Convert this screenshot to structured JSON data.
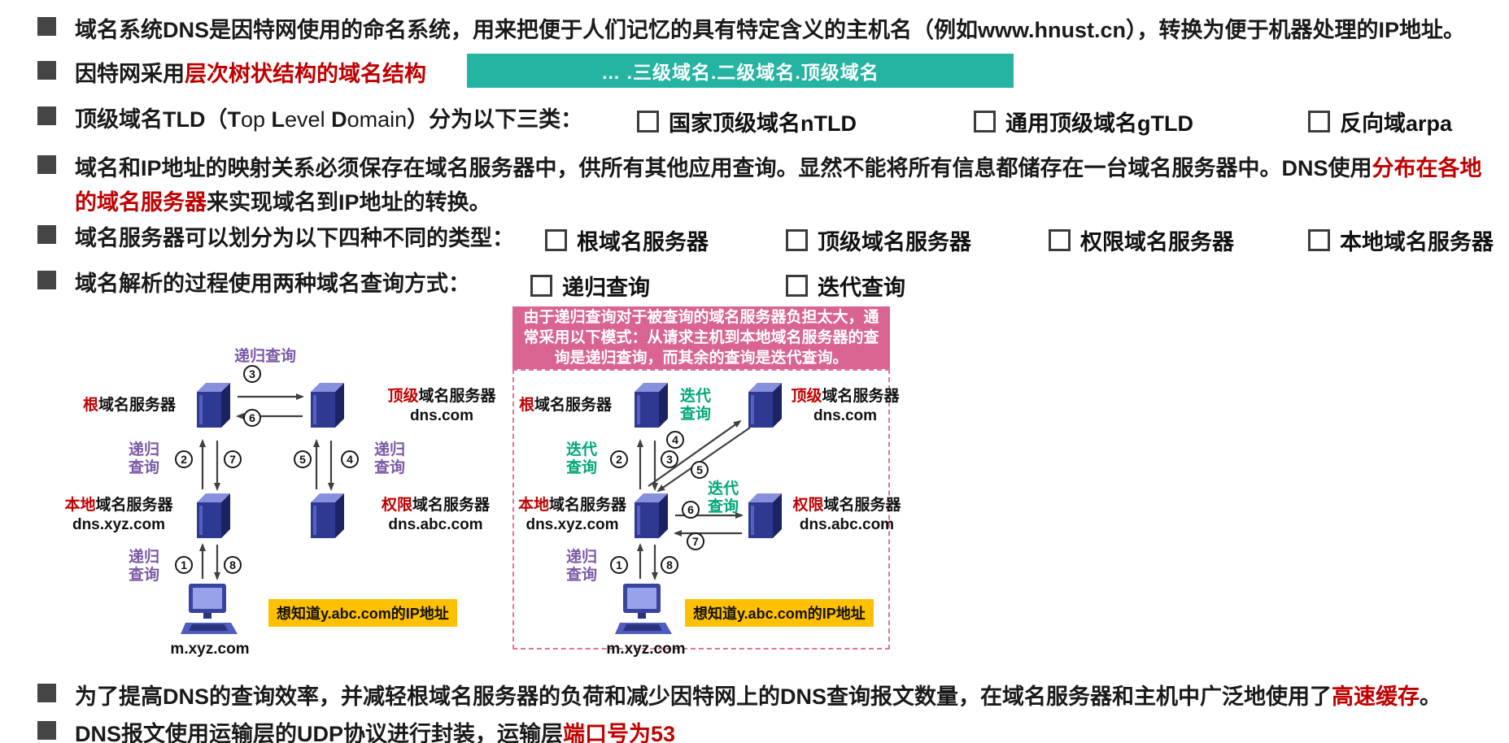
{
  "colors": {
    "accent_red": "#c00000",
    "banner_teal": "#26b4a2",
    "recursive_purple": "#7b5aa6",
    "iterative_green": "#00a878",
    "note_pink": "#d96492",
    "highlight_yellow": "#ffc000",
    "server_navy": "#2e3a92"
  },
  "bullets": {
    "b1": "域名系统DNS是因特网使用的命名系统，用来把便于人们记忆的具有特定含义的主机名（例如www.hnust.cn），转换为便于机器处理的IP地址。",
    "b2": {
      "pre": "因特网采用",
      "red": "层次树状结构的域名结构"
    },
    "banner": "… .三级域名.二级域名.顶级域名",
    "b3": {
      "pre": "顶级域名TLD",
      "p1": "（",
      "bT": "T",
      "nT": "op ",
      "bL": "L",
      "nL": "evel ",
      "bD": "D",
      "nD": "omain",
      "p2": "）分为以下三类：",
      "items": [
        "国家顶级域名nTLD",
        "通用顶级域名gTLD",
        "反向域arpa"
      ]
    },
    "b4": {
      "s1": "域名和IP地址的映射关系必须保存在域名服务器中，供所有其他应用查询。显然不能将所有信息都储存在一台域名服务器中。DNS使用",
      "red": "分布在各地的域名服务器",
      "s2": "来实现域名到IP地址的转换。"
    },
    "b5": {
      "pre": "域名服务器可以划分为以下四种不同的类型：",
      "items": [
        "根域名服务器",
        "顶级域名服务器",
        "权限域名服务器",
        "本地域名服务器"
      ]
    },
    "b6": {
      "pre": "域名解析的过程使用两种域名查询方式：",
      "items": [
        "递归查询",
        "迭代查询"
      ]
    },
    "b7": {
      "s1": "为了提高DNS的查询效率，并减轻根域名服务器的负荷和减少因特网上的DNS查询报文数量，在域名服务器和主机中广泛地使用了",
      "red": "高速缓存",
      "s2": "。"
    },
    "b8": {
      "s1": "DNS报文使用运输层的UDP协议进行封装，运输层",
      "red": "端口号为53"
    }
  },
  "pink_note": "由于递归查询对于被查询的域名服务器负担太大，通常采用以下模式：从请求主机到本地域名服务器的查询是递归查询，而其余的查询是迭代查询。",
  "diagram": {
    "servers": {
      "root": {
        "red": "根",
        "rest": "域名服务器"
      },
      "tld": {
        "red": "顶级",
        "rest": "域名服务器",
        "host": "dns.com"
      },
      "local": {
        "red": "本地",
        "rest": "域名服务器",
        "host": "dns.xyz.com"
      },
      "auth": {
        "red": "权限",
        "rest": "域名服务器",
        "host": "dns.abc.com"
      }
    },
    "host": "m.xyz.com",
    "want_ip": "想知道y.abc.com的IP地址",
    "recursive_full": "递归查询",
    "recursive_l1": "递归",
    "recursive_l2": "查询",
    "iterative_l1": "迭代",
    "iterative_l2": "查询",
    "nums": [
      "1",
      "2",
      "3",
      "4",
      "5",
      "6",
      "7",
      "8"
    ]
  }
}
